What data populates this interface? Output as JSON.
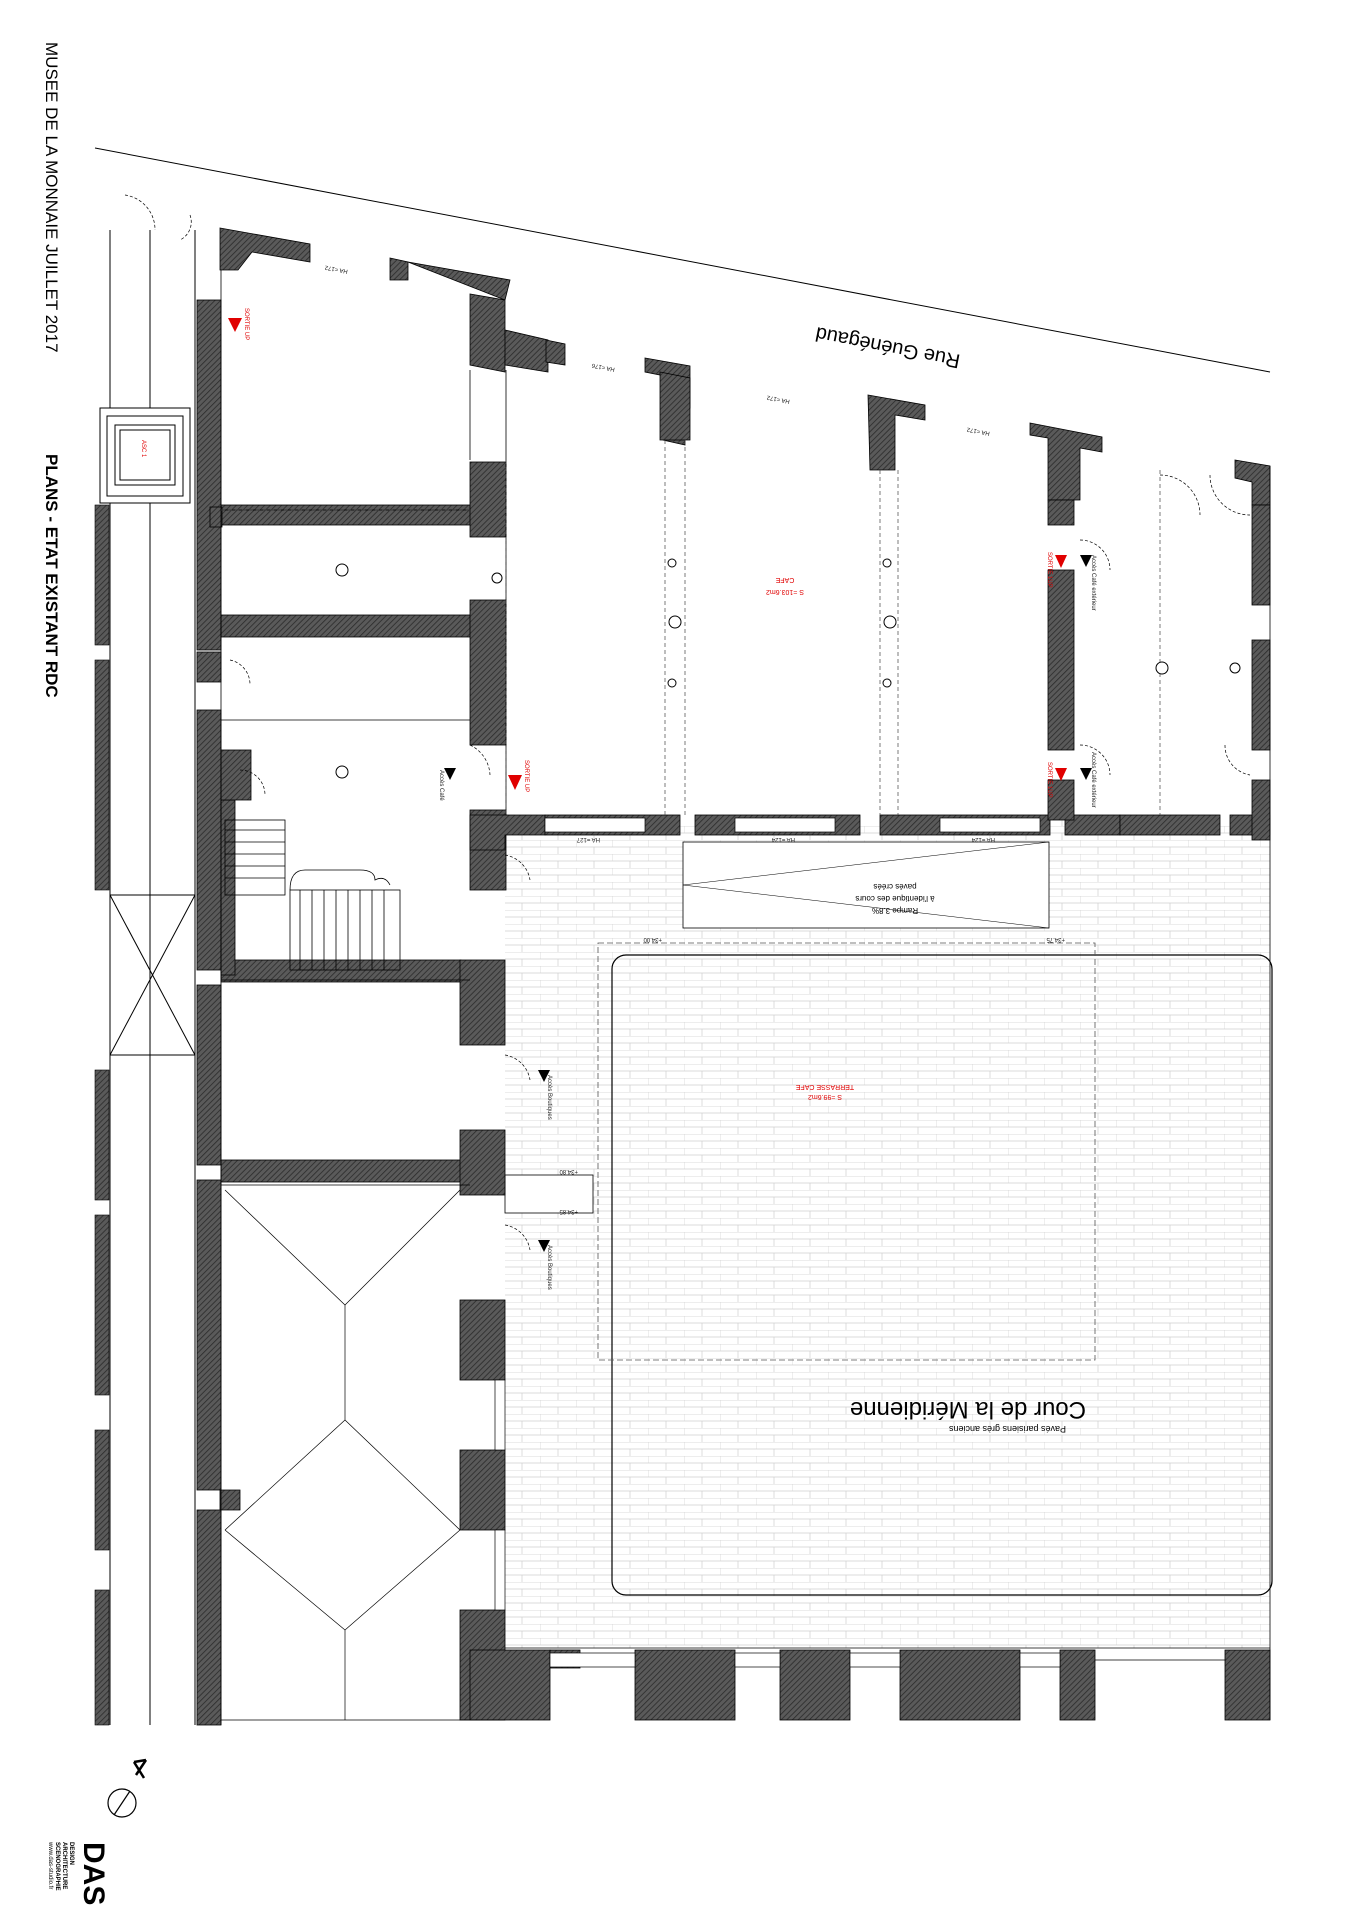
{
  "side_title": {
    "line1": "MUSEE DE LA MONNAIE JUILLET 2017",
    "line2": "PLANS - ETAT EXISTANT RDC"
  },
  "street": "Rue Guénégaud",
  "courtyard": {
    "name": "Cour de la Méridienne",
    "paving": "Pavés parisiens grès anciens"
  },
  "areas": {
    "cafe_name": "CAFE",
    "cafe_area": "S =103.6m2",
    "terrace_name": "TERRASSE CAFE",
    "terrace_area": "S =99.6m2"
  },
  "ramp": {
    "line1": "Rampe 3.8%",
    "line2": "à l'identique des cours",
    "line3": "pavés créés"
  },
  "access_labels": {
    "cafe": "Accès Café",
    "boutiques": "Accès Boutiques",
    "cafe_exterior": "Accès Café extérieur"
  },
  "exits": {
    "sortie": "SORTIE UP",
    "sortie_cafe": "SORTIE 1UP"
  },
  "elevator": "ASC 1",
  "windows": [
    "HA =172",
    "HA =176",
    "HA =172",
    "HA =172",
    "HA =127",
    "HA =124",
    "HA =124"
  ],
  "levels": [
    "+34.00",
    "+34.75",
    "+34.80",
    "+34.85"
  ],
  "logo": {
    "brand": "DAS",
    "line1": "DESIGN",
    "line2": "ARCHITECTURE",
    "line3": "SCENOGRAPHIE",
    "url": "www.das-studio.fr"
  },
  "colors": {
    "ink": "#000000",
    "wall_fill": "#4a4a4a",
    "accent_red": "#e00000",
    "paving_lines": "#c8c8c8"
  }
}
